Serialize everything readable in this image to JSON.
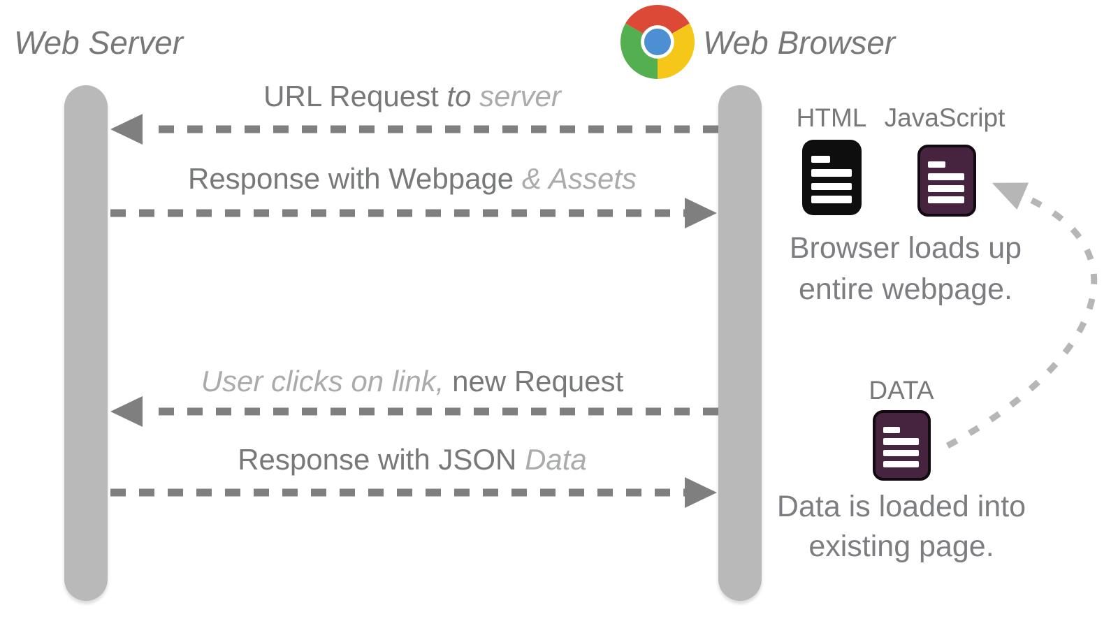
{
  "colors": {
    "text-dark": "#76787a",
    "text-light": "#a9abad",
    "caption": "#7b7d80",
    "arrow": "#7f7f7f",
    "lifeline": "#b9b9b9",
    "curve": "#b6b6b6",
    "icon-black": "#0e0e0e",
    "icon-purple": "#46243f",
    "icon-border": "#110a11",
    "doc-line": "#ffffff",
    "chrome-red": "#dc4937",
    "chrome-yellow": "#f4c718",
    "chrome-green": "#54af50",
    "chrome-blue": "#4d8fd3"
  },
  "actors": {
    "server": {
      "label": "Web Server"
    },
    "browser": {
      "label": "Web Browser",
      "icon": "chrome-logo-icon"
    }
  },
  "messages": [
    {
      "name": "url-request",
      "direction": "to-server",
      "parts": [
        {
          "text": "URL Request "
        },
        {
          "text": "to "
        },
        {
          "text": "server"
        }
      ]
    },
    {
      "name": "response-webpage",
      "direction": "to-browser",
      "parts": [
        {
          "text": "Response with Webpage "
        },
        {
          "text": "& Assets"
        }
      ]
    },
    {
      "name": "new-request",
      "direction": "to-server",
      "parts": [
        {
          "text": "User clicks on link, "
        },
        {
          "text": "new Request"
        }
      ]
    },
    {
      "name": "response-json",
      "direction": "to-browser",
      "parts": [
        {
          "text": "Response with JSON "
        },
        {
          "text": "Data"
        }
      ]
    }
  ],
  "panel": {
    "html_label": "HTML",
    "js_label": "JavaScript",
    "data_label": "DATA",
    "caption_webpage": {
      "lines": [
        "Browser loads up",
        "entire webpage."
      ]
    },
    "caption_data": {
      "lines": [
        "Data is loaded into",
        "existing page."
      ]
    }
  }
}
